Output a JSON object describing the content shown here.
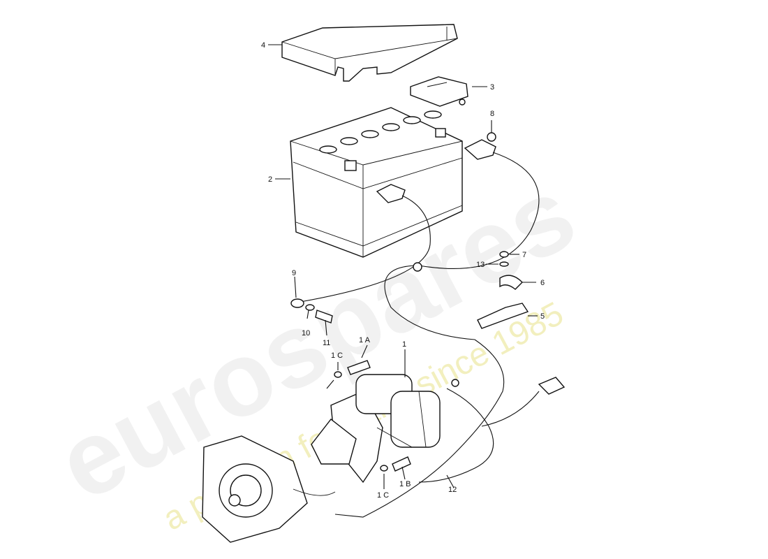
{
  "watermark": {
    "brand": "eurospares",
    "tagline": "a passion for parts since 1985"
  },
  "callouts": {
    "c1": "1",
    "c1A": "1 A",
    "c1B": "1 B",
    "c1C_top": "1 C",
    "c1C_bottom": "1 C",
    "c2": "2",
    "c3": "3",
    "c4": "4",
    "c5": "5",
    "c6": "6",
    "c7": "7",
    "c8": "8",
    "c9": "9",
    "c10": "10",
    "c11": "11",
    "c12": "12",
    "c13": "13"
  }
}
